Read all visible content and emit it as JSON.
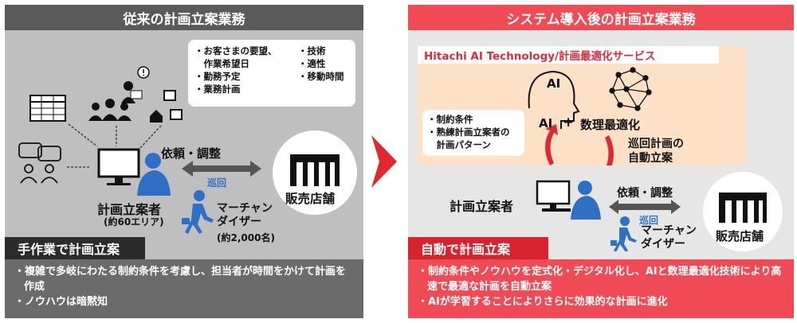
{
  "left": {
    "title": "従来の計画立案業務",
    "bubble_items_col1": [
      "・お客さまの要望、",
      "　作業希望日",
      "・勤務予定",
      "・業務計画"
    ],
    "bubble_items_col2": [
      "・技術",
      "・適性",
      "・移動時間"
    ],
    "planner_label": "計画立案者",
    "planner_sub": "(約60エリア)",
    "request_label": "依頼・調整",
    "patrol_label": "巡回",
    "merchandiser_label": "マーチャン\nダイザー",
    "merchandiser_sub": "(約2,000名)",
    "store_label": "販売店舗",
    "section_label": "手作業で計画立案",
    "bottom_items": [
      "・複雑で多岐にわたる制約条件を考慮し、担当者が時間をかけて計画を作成",
      "・ノウハウは暗黙知"
    ]
  },
  "right": {
    "title": "システム導入後の計画立案業務",
    "ai_title": "Hitachi AI Technology/計画最適化サービス",
    "ai_label": "AI",
    "plus": "+",
    "opt_label": "数理最適化",
    "constraints": [
      "・制約条件",
      "・熟練計画立案者の",
      "　計画パターン"
    ],
    "auto_plan_label": "巡回計画の\n自動立案",
    "planner_label": "計画立案者",
    "request_label": "依頼・調整",
    "patrol_label": "巡回",
    "merchandiser_label": "マーチャン\nダイザー",
    "store_label": "販売店舗",
    "section_label": "自動で計画立案",
    "bottom_items": [
      "・制約条件やノウハウを定式化・デジタル化し、AIと数理最適化技術により高速で最適な計画を自動立案",
      "・AIが学習することによりさらに効果的な計画に進化"
    ]
  },
  "colors": {
    "dark_gray": "#5a5a5a",
    "red": "#f04b55",
    "blue": "#2f6fc4",
    "peach": "#fce1c6"
  }
}
